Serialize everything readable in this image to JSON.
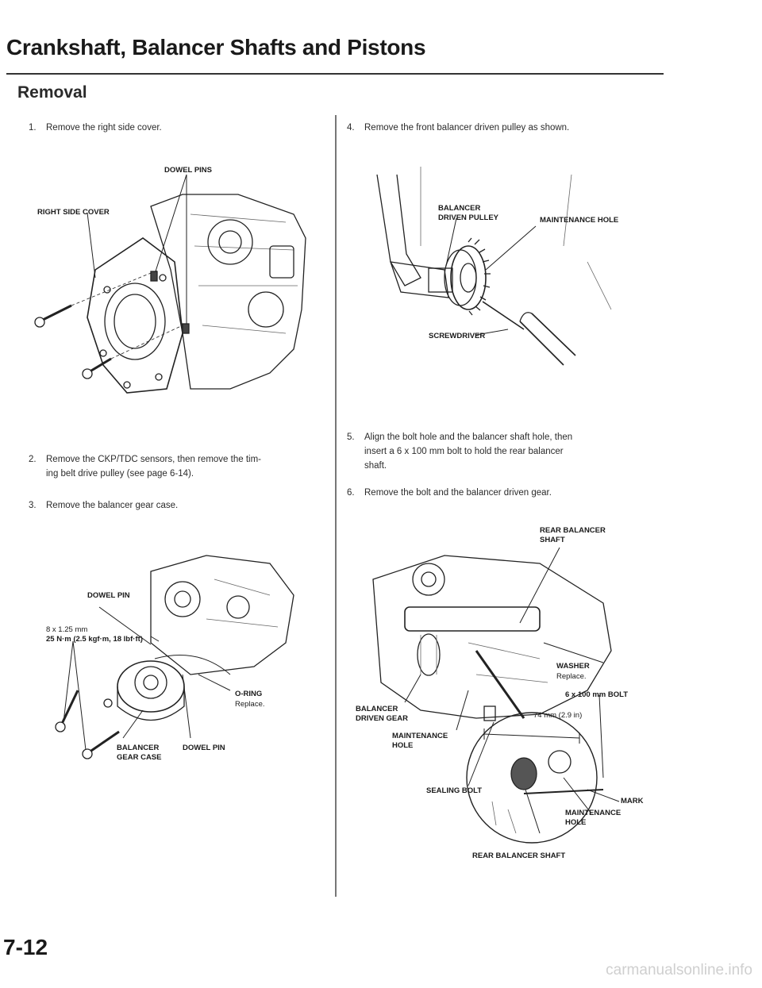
{
  "header": {
    "title": "Crankshaft, Balancer Shafts and Pistons",
    "section": "Removal"
  },
  "steps": [
    {
      "number": "1.",
      "text": "Remove the right side cover."
    },
    {
      "number": "2.",
      "text": "Remove the CKP/TDC sensors, then remove the tim-",
      "text2": "ing belt drive pulley (see page 6-14)."
    },
    {
      "number": "3.",
      "text": "Remove the balancer gear case."
    },
    {
      "number": "4.",
      "text": "Remove the front balancer driven pulley as shown."
    },
    {
      "number": "5.",
      "text": "Align the bolt hole and the balancer shaft hole, then",
      "text2": "insert a 6 x 100 mm bolt to hold the rear balancer",
      "text3": "shaft."
    },
    {
      "number": "6.",
      "text": "Remove the bolt and the balancer driven gear."
    }
  ],
  "figure1": {
    "dowel_pins": "DOWEL PINS",
    "right_side_cover": "RIGHT SIDE COVER"
  },
  "figure2": {
    "dowel_pin_top": "DOWEL PIN",
    "bolt_size": "8 x 1.25 mm",
    "torque": "25 N·m (2.5 kgf·m, 18 lbf·ft)",
    "o_ring": "O-RING",
    "o_ring_note": "Replace.",
    "balancer_gear_case_1": "BALANCER",
    "balancer_gear_case_2": "GEAR CASE",
    "dowel_pin_bottom": "DOWEL PIN"
  },
  "figure3": {
    "balancer_driven_pulley_1": "BALANCER",
    "balancer_driven_pulley_2": "DRIVEN PULLEY",
    "maintenance_hole": "MAINTENANCE HOLE",
    "screwdriver": "SCREWDRIVER"
  },
  "figure4": {
    "rear_balancer_shaft_1": "REAR BALANCER",
    "rear_balancer_shaft_2": "SHAFT",
    "washer": "WASHER",
    "washer_note": "Replace.",
    "bolt": "6 x 100 mm BOLT",
    "dimension": "74 mm (2.9 in)",
    "balancer_driven_gear_1": "BALANCER",
    "balancer_driven_gear_2": "DRIVEN GEAR",
    "maintenance_hole_1": "MAINTENANCE",
    "maintenance_hole_2": "HOLE",
    "sealing_bolt": "SEALING BOLT",
    "mark": "MARK",
    "maintenance_hole_inset_1": "MAINTENANCE",
    "maintenance_hole_inset_2": "HOLE",
    "rear_balancer_shaft_bottom": "REAR BALANCER SHAFT"
  },
  "footer": {
    "page_number": "7-12",
    "watermark": "carmanualsonline.info"
  },
  "colors": {
    "ink": "#1a1a1a",
    "rule": "#333333",
    "watermark": "#cfcfcf"
  }
}
